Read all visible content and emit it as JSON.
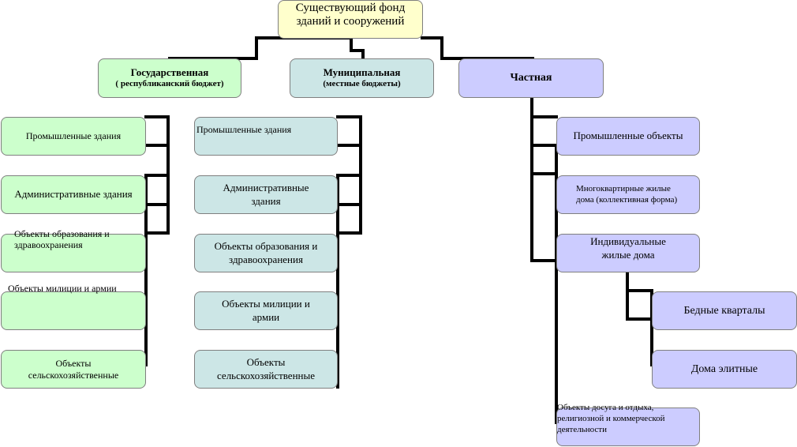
{
  "root": {
    "line1": "Существующий фонд",
    "line2": "зданий и сооружений"
  },
  "state": {
    "title": "Государственная",
    "subtitle": "( республиканский бюджет)"
  },
  "municipal": {
    "title": "Муниципальная",
    "subtitle": "(местные бюджеты)"
  },
  "private": {
    "title": "Частная"
  },
  "state_items": [
    "Промышленные здания",
    "Административные здания",
    "Объекты образования и здравоохранения",
    "Объекты милиции и армии",
    "Объекты сельскохозяйственные"
  ],
  "municipal_items": [
    "Промышленные здания",
    "Административные здания",
    "Объекты образования  и здравоохранения",
    "Объекты милиции и армии",
    "Объекты сельскохозяйственные"
  ],
  "private_items": [
    "Промышленные  объекты",
    "Многоквартирные жилые дома (коллективная форма)",
    "Индивидуальные жилые дома",
    "Объекты досуга и отдыха, религиозной и коммерческой деятельности"
  ],
  "individual_items": [
    "Бедные кварталы",
    "Дома элитные"
  ],
  "colors": {
    "root": "#ffffcc",
    "state": "#ccffcc",
    "municipal": "#cce6e6",
    "private": "#ccccff",
    "connector": "#000000"
  }
}
